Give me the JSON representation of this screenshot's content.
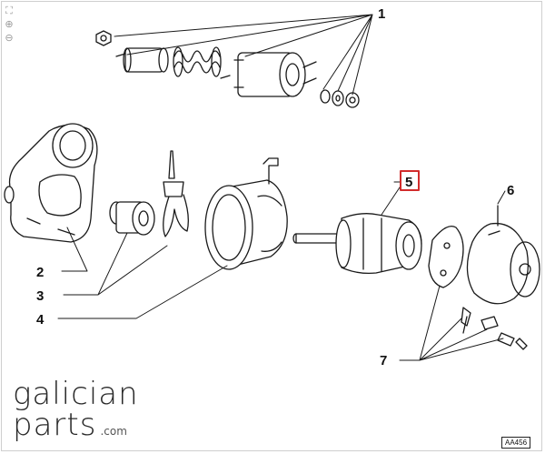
{
  "callouts": {
    "c1": "1",
    "c2": "2",
    "c3": "3",
    "c4": "4",
    "c5": "5",
    "c6": "6",
    "c7": "7"
  },
  "highlight_color": "#d22c2c",
  "toolbar": {
    "fullscreen_icon": "fullscreen-icon",
    "zoom_in_icon": "zoom-in-icon",
    "zoom_out_icon": "zoom-out-icon"
  },
  "brand": {
    "line1": "galician",
    "line2": "parts",
    "suffix": ".com"
  },
  "reference_code": "AA456"
}
